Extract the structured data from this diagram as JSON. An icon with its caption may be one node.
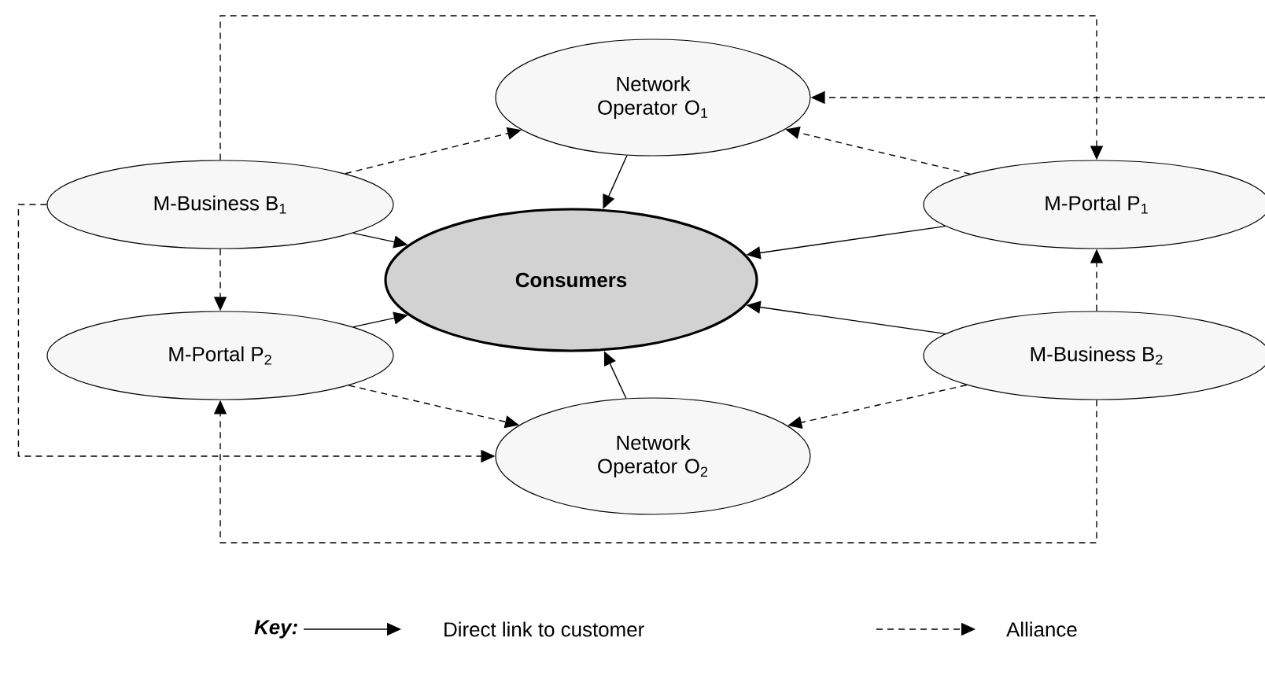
{
  "diagram": {
    "nodes": [
      {
        "text": [
          "Network Operator O$_{1}$"
        ]
      },
      {
        "text": [
          "M-Business B$_{1}$"
        ]
      },
      {
        "text": [
          "Consumers"
        ]
      },
      {
        "text": [
          "M-Portal P$_{1}$"
        ]
      },
      {
        "text": [
          "M-Portal P$_{2}$"
        ]
      },
      {
        "text": [
          "M-Business B$_{2}$"
        ]
      },
      {
        "text": [
          "Network Operator O$_{2}$"
        ]
      }
    ],
    "edges": [
      {
        "from": 1,
        "to": 2,
        "arrow": "to"
      },
      {
        "from": 0,
        "to": 2,
        "arrow": "to"
      },
      {
        "from": 3,
        "to": 2,
        "arrow": "to"
      },
      {
        "from": 4,
        "to": 2,
        "arrow": "to"
      },
      {
        "from": 5,
        "to": 2,
        "arrow": "to"
      },
      {
        "from": 6,
        "to": 2,
        "arrow": "to"
      },
      {
        "from": 1,
        "to": 0,
        "arrow": "to",
        "style": "dashed"
      },
      {
        "from": 1,
        "to": 4,
        "arrow": "to",
        "style": "dashed"
      },
      {
        "from": 4,
        "to": 6,
        "arrow": "to",
        "style": "dashed"
      },
      {
        "from": 3,
        "to": 0,
        "arrow": "to",
        "style": "dashed"
      },
      {
        "from": 5,
        "to": 3,
        "arrow": "to",
        "style": "dashed"
      },
      {
        "from": 5,
        "to": 6,
        "arrow": "to",
        "style": "dashed"
      },
      {
        "from": 1,
        "to": 3,
        "arrow": "to",
        "style": "dashed"
      },
      {
        "from": 1,
        "to": 6,
        "arrow": "to",
        "style": "dashed"
      },
      {
        "from": 5,
        "to": 4,
        "arrow": "to",
        "style": "dashed"
      },
      {
        "from": null,
        "to": 0,
        "arrow": "to",
        "style": "dashed"
      }
    ],
    "labels": [
      "Key:"
    ],
    "legend": [
      {
        "text": "Direct link to customer"
      },
      {
        "text": "Alliance"
      }
    ]
  }
}
